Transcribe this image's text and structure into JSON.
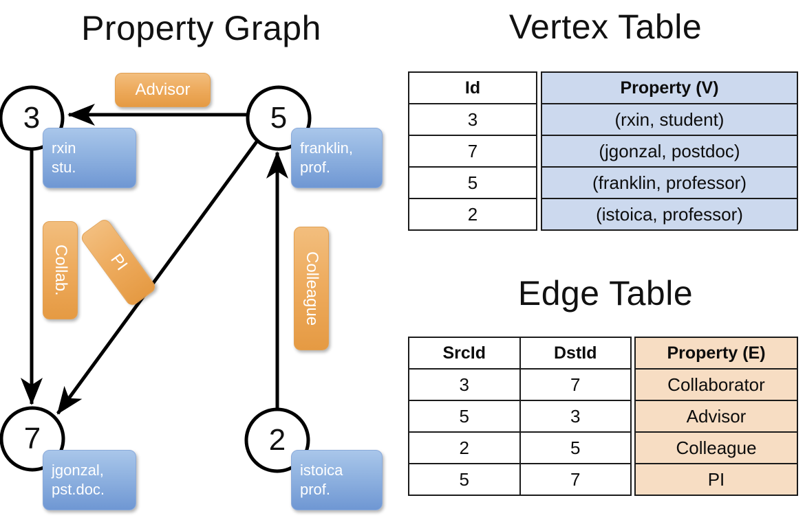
{
  "titles": {
    "property_graph": "Property Graph",
    "vertex_table": "Vertex Table",
    "edge_table": "Edge Table"
  },
  "graph": {
    "nodes": [
      {
        "id": "3",
        "label": "3",
        "property": "rxin\nstu."
      },
      {
        "id": "5",
        "label": "5",
        "property": "franklin,\nprof."
      },
      {
        "id": "7",
        "label": "7",
        "property": "jgonzal,\npst.doc."
      },
      {
        "id": "2",
        "label": "2",
        "property": "istoica\nprof."
      }
    ],
    "edge_labels": {
      "advisor": "Advisor",
      "collab": "Collab.",
      "pi": "PI",
      "colleague": "Colleague"
    },
    "edges": [
      {
        "from": "5",
        "to": "3",
        "label": "Advisor"
      },
      {
        "from": "3",
        "to": "7",
        "label": "Collab."
      },
      {
        "from": "5",
        "to": "7",
        "label": "PI"
      },
      {
        "from": "2",
        "to": "5",
        "label": "Colleague"
      }
    ]
  },
  "vertex_table": {
    "headers": {
      "id": "Id",
      "property": "Property (V)"
    },
    "rows": [
      {
        "id": "3",
        "property": "(rxin, student)"
      },
      {
        "id": "7",
        "property": "(jgonzal, postdoc)"
      },
      {
        "id": "5",
        "property": "(franklin, professor)"
      },
      {
        "id": "2",
        "property": "(istoica, professor)"
      }
    ]
  },
  "edge_table": {
    "headers": {
      "src": "SrcId",
      "dst": "DstId",
      "property": "Property (E)"
    },
    "rows": [
      {
        "src": "3",
        "dst": "7",
        "property": "Collaborator"
      },
      {
        "src": "5",
        "dst": "3",
        "property": "Advisor"
      },
      {
        "src": "2",
        "dst": "5",
        "property": "Colleague"
      },
      {
        "src": "5",
        "dst": "7",
        "property": "PI"
      }
    ]
  },
  "colors": {
    "vertex_property_fill": "#ccd9ee",
    "edge_property_fill": "#f7ddc3",
    "node_box_blue": "#8fb2e0",
    "edge_label_orange": "#eeac5f",
    "stroke": "#1a1a1a"
  }
}
